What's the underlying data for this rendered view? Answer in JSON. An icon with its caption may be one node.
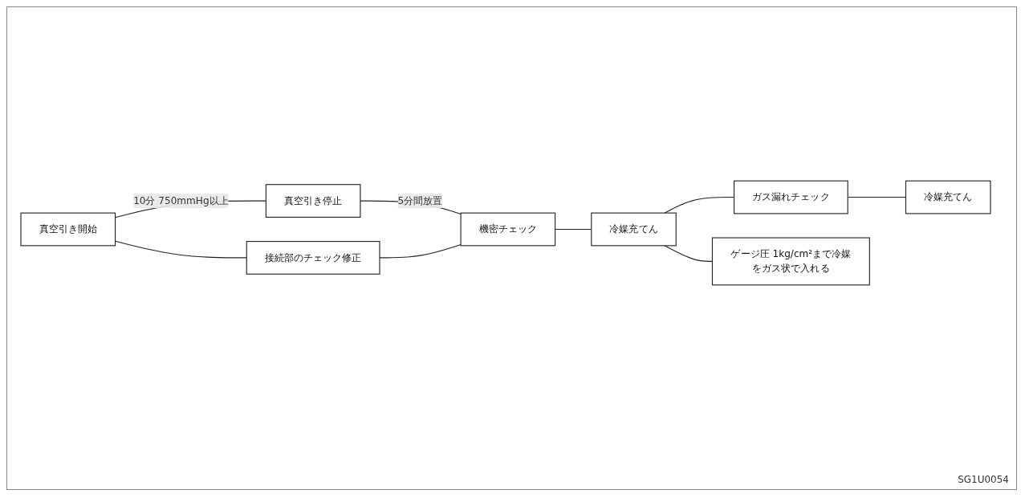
{
  "diagram": {
    "nodes": [
      {
        "text": [
          "真空引き開始"
        ]
      },
      {
        "text": [
          "真空引き停止"
        ]
      },
      {
        "text": [
          "機密チェック"
        ]
      },
      {
        "text": [
          "冷媒充てん"
        ]
      },
      {
        "text": [
          "ガス漏れチェック"
        ]
      },
      {
        "text": [
          "冷媒充てん"
        ]
      },
      {
        "text": [
          "接続部のチェック修正"
        ]
      },
      {
        "text": [
          "ゲージ圧 1kg/cm²まで冷媒をガス状で入れる"
        ]
      }
    ],
    "edges": [
      {
        "from": 0,
        "to": 1,
        "arrow": "none",
        "label": "10分 750mmHg以上"
      },
      {
        "from": 1,
        "to": 2,
        "arrow": "none",
        "label": "5分間放置"
      },
      {
        "from": 2,
        "to": 3,
        "arrow": "none"
      },
      {
        "from": 3,
        "to": 4,
        "arrow": "none"
      },
      {
        "from": 4,
        "to": 5,
        "arrow": "none"
      },
      {
        "from": 0,
        "to": 6,
        "arrow": "none"
      },
      {
        "from": 6,
        "to": 2,
        "arrow": "none"
      },
      {
        "from": 3,
        "to": 7,
        "arrow": "none"
      }
    ],
    "labels": [
      "SG1U0054"
    ]
  }
}
